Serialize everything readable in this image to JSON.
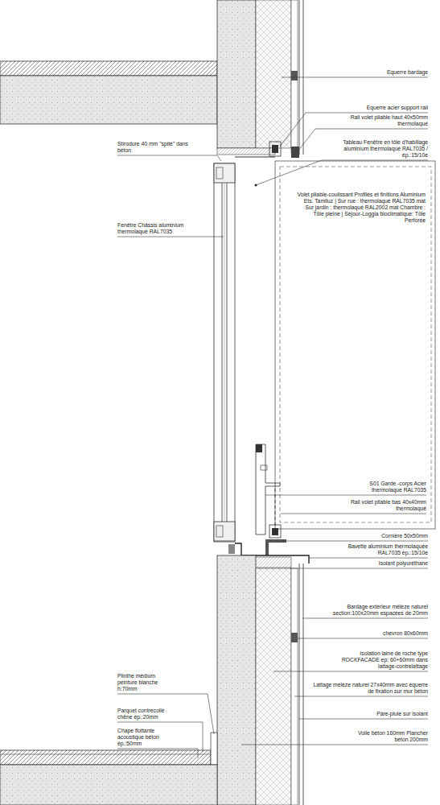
{
  "diagram": {
    "labels": [
      "Equerre bardage",
      "Equerre acier support rail",
      "Rail volet pliable haut 40x50mm thermolaqué",
      "Tableau Fenêtre en tôle d'habillage aluminium thermolaqué RAL7035 / ép.:15/10e",
      "Stirodure 40 mm \"spité\" dans béton",
      "Volet pliable-coulissant Profilés et finitions Aluminium Ets. Tamiluz | Sur rue : thermolaqué RAL7035 mat Sur jardin : thermolaqué RAL2002 mat Chambre : Tôle pleine | Séjour-Loggia bioclimatique: Tôle Perforée",
      "Fenêtre Châssis aluminium thermolaqué RAL7035",
      "S01 Garde -corps Acier thermolaqué RAL7035",
      "Rail volet pliable bas 40x40mm thermolaqué",
      "Cornière 50x50mm",
      "Bavette aluminium thermolaquée RAL7035 ép.:15/10e",
      "Isolant polyuréthane",
      "Bardage extérieur mélèze naturel section:100x20mm espacées de 20mm",
      "chevron 80x60mm",
      "Isolation laine de roche type ROCKFACADE ep: 60+60mm dans lattage-contrelattage",
      "Lattage mélèze naturel 27x40mm avec équerre de fixation sur mur béton",
      "Pare-pluie sur isolant",
      "Voile béton 160mm Plancher béton 200mm",
      "Plinthe médium peinture blanche h:70mm",
      "Parquet contrecollé chêne ép.:20mm",
      "Chape flottante acoustique béton ép.:50mm"
    ]
  }
}
